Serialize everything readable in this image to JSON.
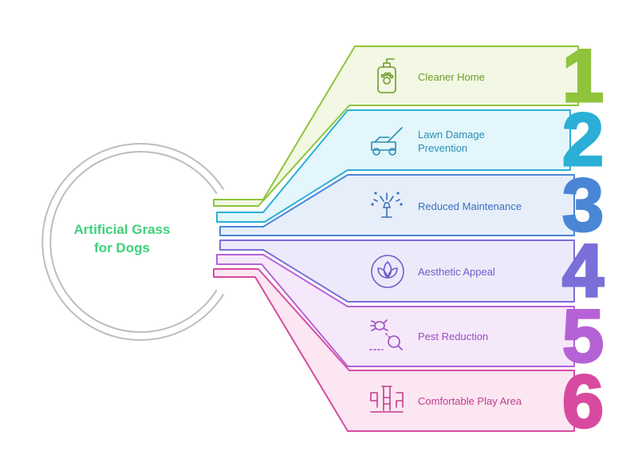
{
  "hub": {
    "title_line1": "Artificial Grass",
    "title_line2": "for Dogs",
    "title_color": "#3fd07a"
  },
  "items": [
    {
      "number": "1",
      "label_line1": "Cleaner Home",
      "label_line2": "",
      "icon": "soap-dispenser-paw-icon",
      "stroke": "#8fc43c",
      "fill": "#f2f8e3",
      "text": "#6f9a2d"
    },
    {
      "number": "2",
      "label_line1": "Lawn Damage",
      "label_line2": "Prevention",
      "icon": "lawn-mower-icon",
      "stroke": "#2bafd6",
      "fill": "#e2f6fb",
      "text": "#2a8fb3"
    },
    {
      "number": "3",
      "label_line1": "Reduced Maintenance",
      "label_line2": "",
      "icon": "sprinkler-icon",
      "stroke": "#4a86d6",
      "fill": "#e6eefa",
      "text": "#3b6fba"
    },
    {
      "number": "4",
      "label_line1": "Aesthetic Appeal",
      "label_line2": "",
      "icon": "lotus-icon",
      "stroke": "#7a6fd8",
      "fill": "#ece9fa",
      "text": "#6c60c9"
    },
    {
      "number": "5",
      "label_line1": "Pest Reduction",
      "label_line2": "",
      "icon": "bug-magnifier-icon",
      "stroke": "#b562d6",
      "fill": "#f6e8fb",
      "text": "#9b4cbd"
    },
    {
      "number": "6",
      "label_line1": "Comfortable Play Area",
      "label_line2": "",
      "icon": "playground-icon",
      "stroke": "#d84aa0",
      "fill": "#fbe6f2",
      "text": "#c23d8e"
    }
  ]
}
